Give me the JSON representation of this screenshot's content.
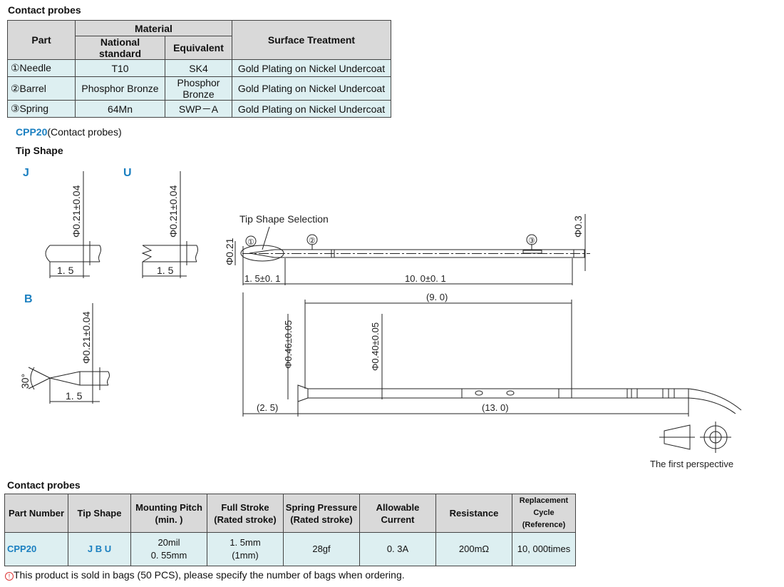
{
  "materials": {
    "title": "Contact probes",
    "headers": {
      "part": "Part",
      "material": "Material",
      "national": "National standard",
      "equivalent": "Equivalent",
      "surface": "Surface Treatment"
    },
    "rows": [
      {
        "part": "①Needle",
        "national": "T10",
        "equivalent": "SK4",
        "surface": "Gold Plating on Nickel Undercoat"
      },
      {
        "part": "②Barrel",
        "national": "Phosphor Bronze",
        "equivalent": "Phosphor Bronze",
        "surface": "Gold Plating on Nickel Undercoat"
      },
      {
        "part": "③Spring",
        "national": "64Mn",
        "equivalent": "SWP－A",
        "surface": "Gold Plating on Nickel Undercoat"
      }
    ]
  },
  "product": {
    "code": "CPP20",
    "desc": "(Contact probes)",
    "tip_title": "Tip  Shape"
  },
  "tips": {
    "j": {
      "letter": "J",
      "dia": "Φ0.21±0.04",
      "len": "1. 5"
    },
    "u": {
      "letter": "U",
      "dia": "Φ0.21±0.04",
      "len": "1. 5"
    },
    "b": {
      "letter": "B",
      "dia": "Φ0.21±0.04",
      "len": "1. 5",
      "angle": "30°"
    }
  },
  "drawing": {
    "tip_selection": "Tip Shape Selection",
    "c1": "①",
    "c2": "②",
    "c3": "③",
    "d_tip": "Φ0.21",
    "d_body": "Φ0.3",
    "len_tip": "1. 5±0. 1",
    "len_body": "10. 0±0. 1",
    "len_ref": "(9. 0)",
    "d_046": "Φ0.46±0.05",
    "d_040": "Φ0.40±0.05",
    "len_25": "(2. 5)",
    "len_13": "(13. 0)",
    "perspective": "The first perspective"
  },
  "spec": {
    "title": "Contact probes",
    "headers": {
      "part_number": "Part Number",
      "tip_shape": "Tip  Shape",
      "pitch_1": "Mounting Pitch",
      "pitch_2": "(min. )",
      "stroke_1": "Full Stroke",
      "stroke_2": "(Rated stroke)",
      "pressure_1": "Spring Pressure",
      "pressure_2": "(Rated stroke)",
      "current_1": "Allowable",
      "current_2": "Current",
      "resistance": "Resistance",
      "cycle_1": "Replacement",
      "cycle_2": "Cycle (Reference)"
    },
    "row": {
      "part_number": "CPP20",
      "tip_shape": "J B U",
      "pitch_1": "20mil",
      "pitch_2": "0. 55mm",
      "stroke_1": "1. 5mm",
      "stroke_2": "(1mm)",
      "pressure": "28gf",
      "current": "0. 3A",
      "resistance": "200mΩ",
      "cycle": "10, 000times"
    }
  },
  "note": {
    "icon": "info-icon",
    "text": "This product is sold in bags (50 PCS), please specify the number of bags when ordering."
  }
}
